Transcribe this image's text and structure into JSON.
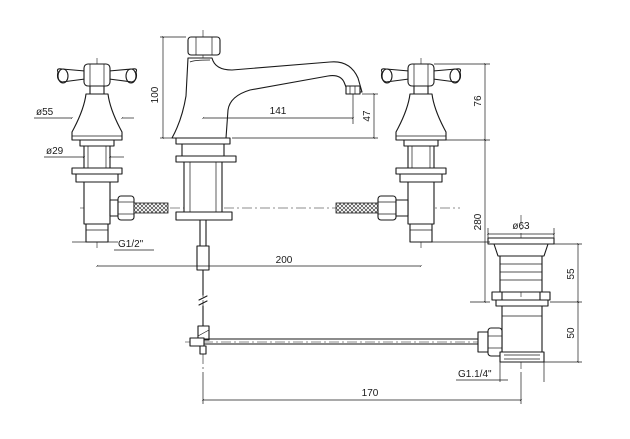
{
  "drawing": {
    "dimensions": {
      "spout_height": "100",
      "spout_reach": "141",
      "spout_outlet_height": "47",
      "handle_height": "76",
      "body_length": "280",
      "escutcheon_diameter": "ø55",
      "shank_diameter": "ø29",
      "inlet_thread": "G1/2\"",
      "centres": "200",
      "waste_diameter": "ø63",
      "waste_upper": "55",
      "waste_lower": "50",
      "waste_thread": "G1.1/4\"",
      "waste_offset": "170"
    }
  }
}
